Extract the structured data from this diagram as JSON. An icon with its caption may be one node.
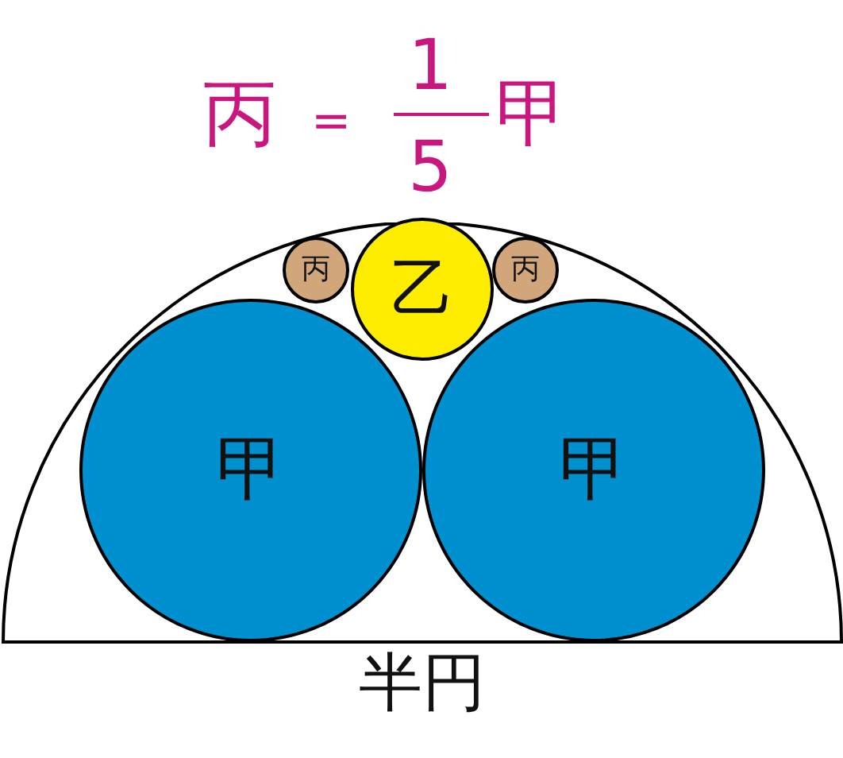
{
  "diagram": {
    "nodes": [
      {
        "text": [
          "半円"
        ]
      },
      {
        "text": [
          "丙"
        ],
        "in": 0
      },
      {
        "text": [
          "乙"
        ],
        "in": 0
      },
      {
        "text": [
          "丙"
        ],
        "in": 0
      },
      {
        "text": [
          "甲"
        ],
        "in": 0
      },
      {
        "text": [
          "甲"
        ],
        "in": 0
      }
    ],
    "labels": [
      "丙",
      "=",
      "1",
      "5",
      "甲"
    ]
  }
}
